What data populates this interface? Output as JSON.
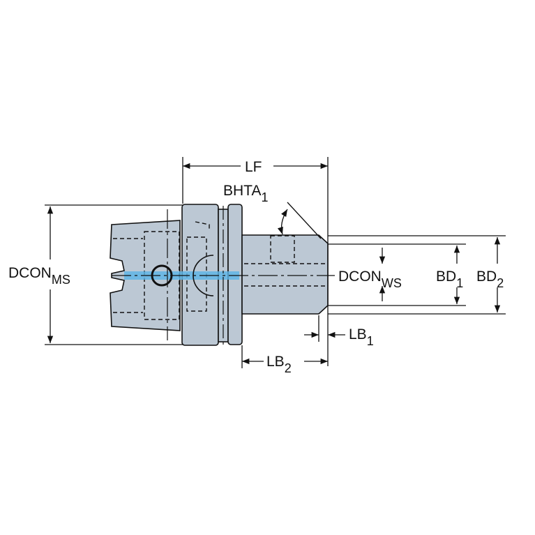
{
  "title": "HSK tool holder drawing",
  "colors": {
    "body": "#bcc8d4",
    "coolant": "#5ab4e6",
    "line": "#111111"
  },
  "labels": {
    "lf": "LF",
    "bhta": "BHTA",
    "bhta_sub": "1",
    "dcon_ms": "DCON",
    "dcon_ms_sub": "MS",
    "dcon_ws": "DCON",
    "dcon_ws_sub": "WS",
    "bd1": "BD",
    "bd1_sub": "1",
    "bd2": "BD",
    "bd2_sub": "2",
    "lb1": "LB",
    "lb1_sub": "1",
    "lb2": "LB",
    "lb2_sub": "2"
  }
}
